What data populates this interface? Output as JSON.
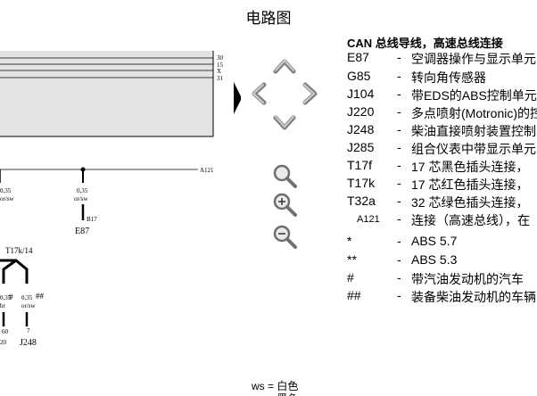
{
  "page": {
    "title": "电路图"
  },
  "diagram": {
    "bus_numbers": [
      "30",
      "15",
      "X",
      "31"
    ],
    "wire_label_a121": "A121",
    "wire_g85": {
      "size": "0,35",
      "color": "or/sw"
    },
    "wire_j104": {
      "size": "0,35",
      "color": "or/sw"
    },
    "connector_b17": "B17",
    "component_e87": "E87",
    "connector_t17k14": "T17k/14",
    "wire_left": {
      "size": "0,35",
      "mark": "#"
    },
    "wire_right": {
      "size": "0,35",
      "mark": "##",
      "color": "or/sw"
    },
    "label_br": "br",
    "label_60": "60",
    "label_7": "7",
    "label_20": "20",
    "component_j248": "J248"
  },
  "nav": {
    "up_icon": "chevron-up-icon",
    "down_icon": "chevron-down-icon",
    "left_icon": "chevron-left-icon",
    "right_icon": "chevron-right-icon",
    "zoom_icon": "magnifier-icon",
    "zoom_in_icon": "zoom-in-icon",
    "zoom_out_icon": "zoom-out-icon"
  },
  "legend": {
    "title": "CAN 总线导线，高速总线连接",
    "items": [
      {
        "code": "E87",
        "dash": "-",
        "desc": "空调器操作与显示单元"
      },
      {
        "code": "G85",
        "dash": "-",
        "desc": "转向角传感器"
      },
      {
        "code": "J104",
        "dash": "-",
        "desc": "带EDS的ABS控制单元"
      },
      {
        "code": "J220",
        "dash": "-",
        "desc": "多点喷射(Motronic)的控制单元"
      },
      {
        "code": "J248",
        "dash": "-",
        "desc": "柴油直接喷射装置控制单元"
      },
      {
        "code": "J285",
        "dash": "-",
        "desc": "组合仪表中带显示单元的控制单元"
      },
      {
        "code": "T17f",
        "dash": "-",
        "desc": "17 芯黑色插头连接，"
      },
      {
        "code": "T17k",
        "dash": "-",
        "desc": "17 芯红色插头连接，"
      },
      {
        "code": "T32a",
        "dash": "-",
        "desc": "32 芯绿色插头连接，"
      },
      {
        "code": "A121",
        "dash": "-",
        "desc": "连接（高速总线），在"
      },
      {
        "code": "*",
        "dash": "-",
        "desc": "ABS 5.7"
      },
      {
        "code": "**",
        "dash": "-",
        "desc": "ABS 5.3"
      },
      {
        "code": "#",
        "dash": "-",
        "desc": "带汽油发动机的汽车"
      },
      {
        "code": "##",
        "dash": "-",
        "desc": "装备柴油发动机的车辆"
      }
    ]
  },
  "color_legend": [
    {
      "abbr": "ws",
      "eq": "=",
      "name": "白色"
    },
    {
      "abbr": "sw",
      "eq": "=",
      "name": "黑色"
    }
  ]
}
